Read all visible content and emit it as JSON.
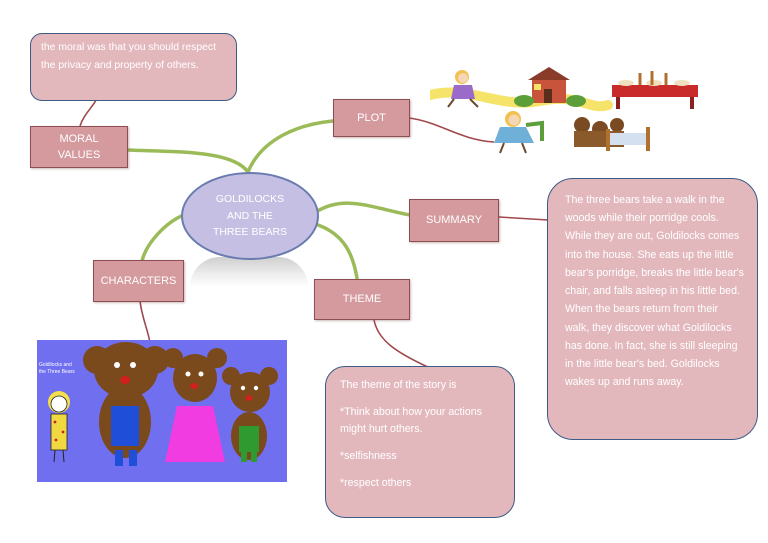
{
  "center": {
    "lines": [
      "GOLDILOCKS",
      "AND THE",
      "THREE BEARS"
    ]
  },
  "nodes": {
    "moral": "MORAL VALUES",
    "plot": "PLOT",
    "summary": "SUMMARY",
    "characters": "CHARACTERS",
    "theme": "THEME"
  },
  "callouts": {
    "moral": "the moral was that you should respect the privacy and property of others.",
    "summary": "The three bears take a walk in the woods while their porridge cools. While they are out, Goldilocks comes into the house. She eats up the little bear's porridge, breaks the little bear's chair, and falls asleep in his little bed. When the bears return from their walk, they discover what Goldilocks has done. In fact, she is still sleeping in the little bear's bed. Goldilocks wakes up and runs away.",
    "theme": {
      "intro": "The theme of the story is",
      "items": [
        "*Think about how your actions might hurt others.",
        "*selfishness",
        "*respect others"
      ]
    }
  },
  "images": {
    "characters_caption": "Goldilocks and the Three Bears"
  },
  "colors": {
    "node_fill": "#d49a9e",
    "callout_fill": "#e3b8bd",
    "callout_border": "#3e5b86",
    "center_fill": "#c5c0e3",
    "branch_green": "#9bbb59",
    "leader_red": "#a0484c"
  }
}
